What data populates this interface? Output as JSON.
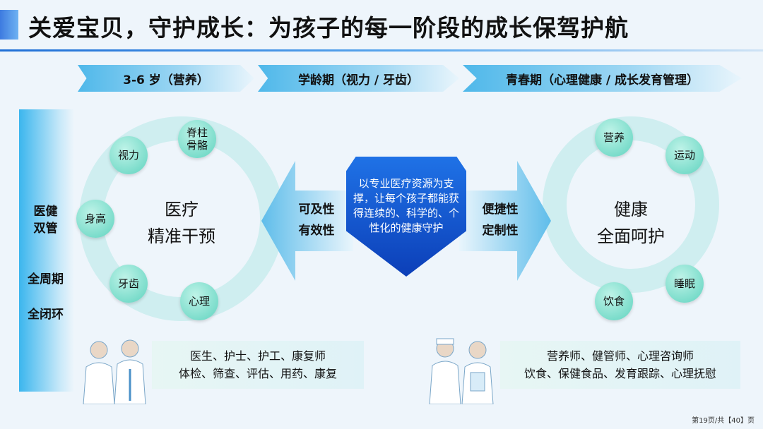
{
  "title": "关爱宝贝，守护成长：为孩子的每一阶段的成长保驾护航",
  "stages": [
    "3-6 岁（营养）",
    "学龄期（视力 / 牙齿）",
    "青春期（心理健康 / 成长发育管理）"
  ],
  "side": {
    "line1": "医健",
    "line2": "双管",
    "line3": "全周期",
    "line4": "全闭环"
  },
  "left_circle": {
    "center_line1": "医疗",
    "center_line2": "精准干预",
    "bubbles": [
      "脊柱\n骨骼",
      "视力",
      "身高",
      "牙齿",
      "心理"
    ]
  },
  "right_circle": {
    "center_line1": "健康",
    "center_line2": "全面呵护",
    "bubbles": [
      "营养",
      "运动",
      "睡眠",
      "饮食"
    ]
  },
  "left_arrow": {
    "line1": "可及性",
    "line2": "有效性"
  },
  "right_arrow": {
    "line1": "便捷性",
    "line2": "定制性"
  },
  "shield_text": "以专业医疗资源为支撑，让每个孩子都能获得连续的、科学的、个性化的健康守护",
  "left_note": {
    "line1": "医生、护士、护工、康复师",
    "line2": "体检、筛查、评估、用药、康复"
  },
  "right_note": {
    "line1": "营养师、健管师、心理咨询师",
    "line2": "饮食、保健食品、发育跟踪、心理抚慰"
  },
  "footer": "第19页/共【40】页",
  "colors": {
    "accent_blue": "#1f6fd6",
    "ring": "#cfeef0",
    "bubble": "#5fd3bf",
    "shield": "#0c3fb8"
  }
}
